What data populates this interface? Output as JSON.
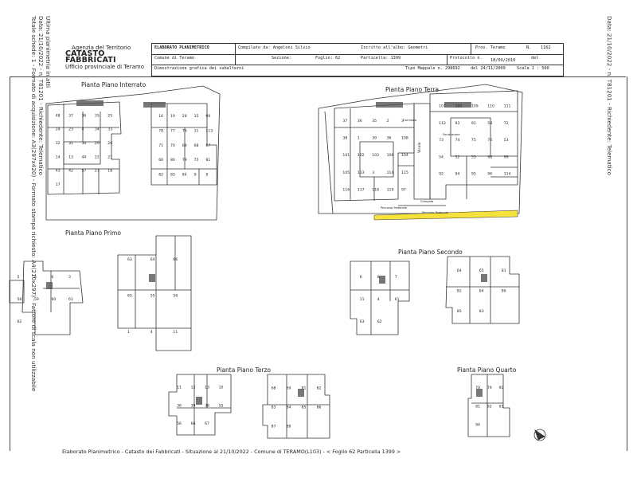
{
  "side_left": {
    "line1": "Ultima planimetria in atti",
    "line2": "Data: 21/10/2022 - n. T81201 - Richiedente: Telematico",
    "line3": "Totale schede: 1 - Formato di acquisizione: A3(297x420) - Formato stampa richiesto: A4(210x297) - Fattore di scala non utilizzabile"
  },
  "side_right": "Data: 21/10/2022 - n. T81201 - Richiedente: Telematico",
  "agency": {
    "line1": "Agenzia del Territorio",
    "line2": "CATASTO FABBRICATI",
    "line3": "Ufficio provinciale di Teramo"
  },
  "header": {
    "doc_type": "ELABORATO PLANIMETRICO",
    "compilato": "Compilato da: Angeloni Silvio",
    "iscritto": "Iscritto all'albo: Geometri",
    "prov": "Prov. Teramo",
    "n_label": "N.",
    "n_value": "1162",
    "comune": "Comune di Teramo",
    "sezione": "Sezione:",
    "foglio": "Foglio: 62",
    "particella": "Particella: 1399",
    "protocollo": "Protocollo n.",
    "prot_date": "18/09/2010",
    "del": "del",
    "dimostrazione": "Dimostrazione grafica dei subalterni",
    "tipo": "Tipo Mappale n. 298692",
    "tipo_del": "del 24/11/2009",
    "scala": "Scala 1 : 500"
  },
  "plans": {
    "interrato": "Pianta Piano Interrato",
    "terra": "Pianta Piano Terra",
    "primo": "Pianta Piano Primo",
    "secondo": "Pianta Piano Secondo",
    "terzo": "Pianta Piano Terzo",
    "quarto": "Pianta Piano Quarto"
  },
  "labels": {
    "interrato": [
      "48",
      "37",
      "36",
      "35",
      "25",
      "24",
      "23",
      "4",
      "34",
      "33",
      "32",
      "31",
      "30",
      "29",
      "26",
      "14",
      "13",
      "44",
      "22",
      "21",
      "43",
      "42",
      "57",
      "27",
      "18",
      "17",
      "16",
      "19",
      "28",
      "15",
      "90",
      "78",
      "77",
      "76",
      "11",
      "113",
      "71",
      "70",
      "69",
      "68",
      "67",
      "66",
      "80",
      "79",
      "75",
      "81",
      "82",
      "83",
      "84",
      "9",
      "8"
    ],
    "terra": [
      "37",
      "36",
      "35",
      "2",
      "3",
      "38",
      "1",
      "39",
      "36",
      "108",
      "101",
      "102",
      "103",
      "106",
      "104",
      "105",
      "113",
      "3",
      "114",
      "115",
      "116",
      "117",
      "118",
      "119",
      "97",
      "107",
      "100",
      "109",
      "110",
      "111",
      "112",
      "93",
      "91",
      "58",
      "72",
      "73",
      "74",
      "75",
      "76",
      "53",
      "54",
      "52",
      "55",
      "98",
      "99",
      "92",
      "94",
      "95",
      "96",
      "114"
    ],
    "primo": [
      "5",
      "4",
      "6",
      "3",
      "58",
      "59",
      "60",
      "61",
      "62",
      "63",
      "64",
      "66",
      "65",
      "55",
      "56",
      "1",
      "4",
      "11"
    ],
    "secondo": [
      "6",
      "8",
      "7",
      "11",
      "4",
      "61",
      "63",
      "62",
      "64",
      "65",
      "81",
      "82",
      "84",
      "86",
      "85",
      "83"
    ],
    "terzo": [
      "11",
      "12",
      "13",
      "10",
      "36",
      "39",
      "38",
      "55",
      "56",
      "66",
      "67",
      "68",
      "69",
      "81",
      "82",
      "83",
      "84",
      "85",
      "86",
      "87",
      "88"
    ],
    "quarto": [
      "70",
      "79",
      "91",
      "81",
      "92",
      "93",
      "94"
    ]
  },
  "terra_text": {
    "vicolo": "Vicolo",
    "corridoio": "Corridoio",
    "fondazione": "Fondazione",
    "pedonale1": "Percorso Pedonale",
    "pedonale2": "Percorso Pedonale",
    "campata": "Campata"
  },
  "footer": "Elaborato Planimetrico - Catasto dei Fabbricati - Situazione al 21/10/2022 - Comune di TERAMO(L103) - < Foglio 62 Particella 1399 >",
  "colors": {
    "highlight": "#f6e23c",
    "ink": "#333333"
  }
}
